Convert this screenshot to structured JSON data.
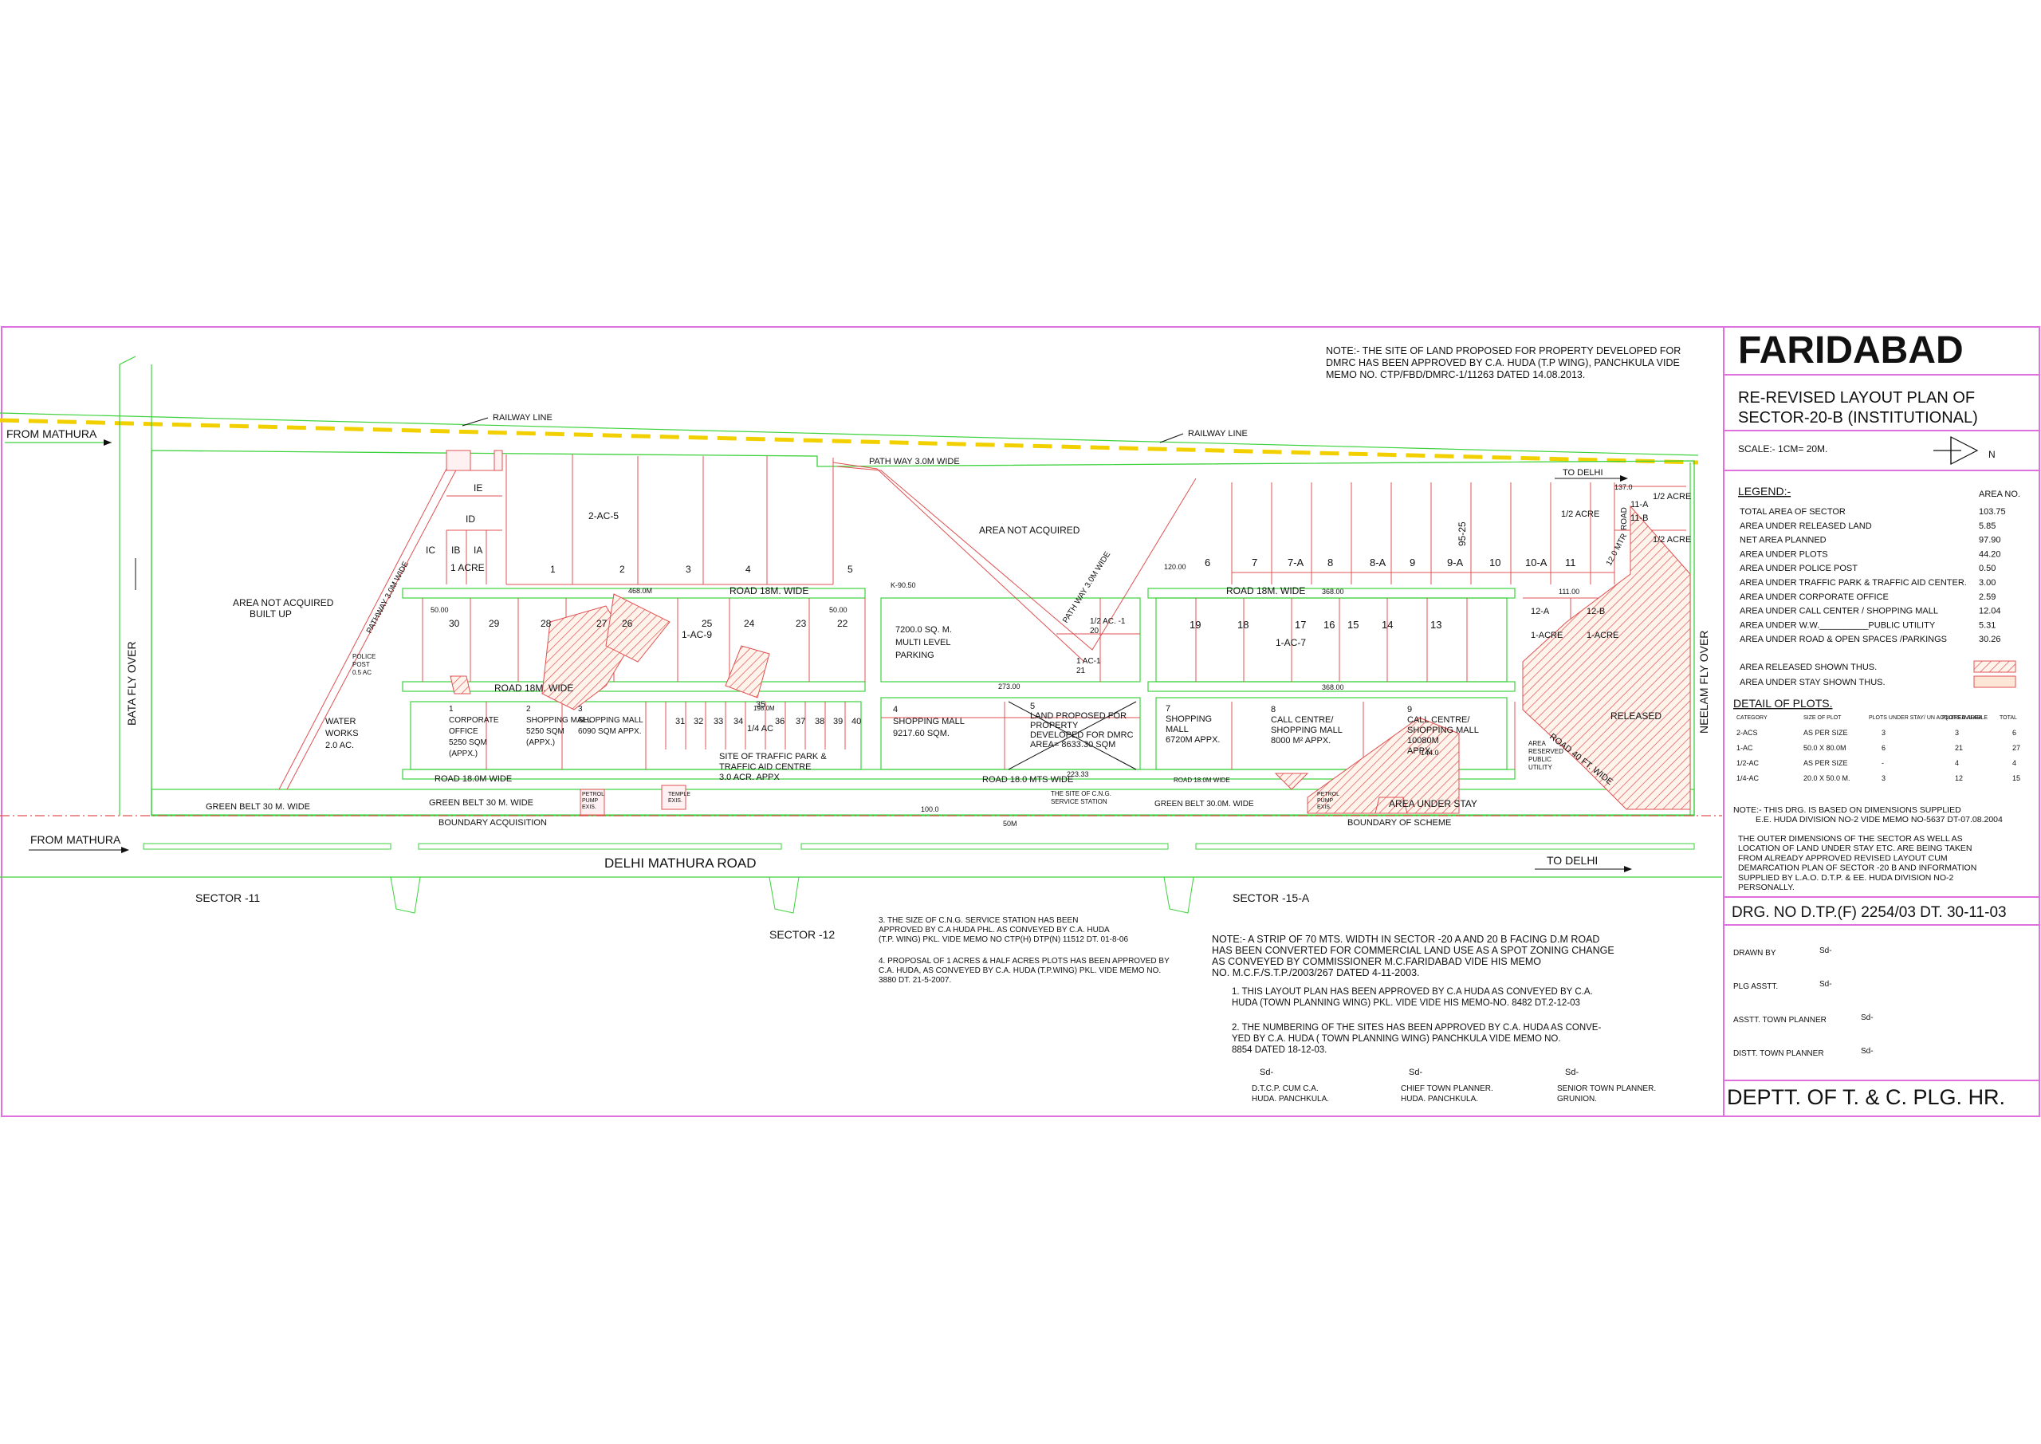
{
  "title_block": {
    "city": "FARIDABAD",
    "plan_title_1": "RE-REVISED LAYOUT PLAN OF",
    "plan_title_2": "SECTOR-20-B (INSTITUTIONAL)",
    "scale": "SCALE:- 1CM= 20M.",
    "north": "N",
    "legend_heading": "LEGEND:-",
    "legend_col": "AREA NO.",
    "legend": [
      {
        "label": "TOTAL AREA OF SECTOR",
        "value": "103.75"
      },
      {
        "label": "AREA UNDER RELEASED LAND",
        "value": "5.85"
      },
      {
        "label": "NET AREA PLANNED",
        "value": "97.90"
      },
      {
        "label": "AREA UNDER PLOTS",
        "value": "44.20"
      },
      {
        "label": "AREA UNDER POLICE POST",
        "value": "0.50"
      },
      {
        "label": "AREA UNDER TRAFFIC PARK & TRAFFIC AID CENTER.",
        "value": "3.00"
      },
      {
        "label": "AREA UNDER CORPORATE OFFICE",
        "value": "2.59"
      },
      {
        "label": "AREA UNDER CALL CENTER / SHOPPING MALL",
        "value": "12.04"
      },
      {
        "label": "AREA UNDER  W.W.__________PUBLIC UTILITY",
        "value": "5.31"
      },
      {
        "label": "AREA UNDER  ROAD  & OPEN SPACES /PARKINGS",
        "value": "30.26"
      }
    ],
    "released_shown": "AREA RELEASED SHOWN THUS.",
    "stay_shown": "AREA UNDER STAY  SHOWN THUS.",
    "detail_heading": "DETAIL OF PLOTS.",
    "detail_headers": [
      "CATEGORY",
      "SIZE OF PLOT",
      "PLOTS UNDER STAY/ UN ACQUIRED AREA",
      "PLOTS AVILABLE",
      "TOTAL"
    ],
    "detail_rows": [
      [
        "2-ACS",
        "AS PER SIZE",
        "3",
        "3",
        "6"
      ],
      [
        "1-AC",
        "50.0 X 80.0M",
        "6",
        "21",
        "27"
      ],
      [
        "1/2-AC",
        "AS PER SIZE",
        "-",
        "4",
        "4"
      ],
      [
        "1/4-AC",
        "20.0 X 50.0 M.",
        "3",
        "12",
        "15"
      ]
    ],
    "note_1a": "NOTE:-  THIS DRG. IS BASED ON DIMENSIONS SUPPLIED",
    "note_1b": "E.E. HUDA DIVISION NO-2 VIDE MEMO NO-5637 DT-07.08.2004",
    "note_2": [
      "THE OUTER DIMENSIONS OF THE SECTOR AS WELL AS",
      "LOCATION OF LAND UNDER STAY ETC. ARE BEING TAKEN",
      "FROM ALREADY APPROVED REVISED LAYOUT CUM",
      "DEMARCATION PLAN OF SECTOR -20 B AND INFORMATION",
      "SUPPLIED BY L.A.O. D.T.P. & EE. HUDA DIVISION NO-2",
      "PERSONALLY."
    ],
    "drg_no": "DRG. NO D.TP.(F) 2254/03 DT. 30-11-03",
    "sign_rows": [
      {
        "role": "DRAWN BY",
        "sig": "Sd-"
      },
      {
        "role": "PLG ASSTT.",
        "sig": "Sd-"
      },
      {
        "role": "ASSTT. TOWN PLANNER",
        "sig": "Sd-"
      },
      {
        "role": "DISTT. TOWN PLANNER",
        "sig": "Sd-"
      }
    ],
    "dept": "DEPTT. OF T. & C. PLG. HR."
  },
  "notes": {
    "top_note": [
      "NOTE:-  THE SITE OF LAND PROPOSED FOR PROPERTY DEVELOPED FOR",
      "DMRC HAS BEEN APPROVED BY C.A. HUDA (T.P WING), PANCHKULA VIDE",
      "MEMO NO. CTP/FBD/DMRC-1/11263 DATED 14.08.2013."
    ],
    "note_3": [
      "3.   THE SIZE OF C.N.G. SERVICE STATION HAS BEEN",
      "      APPROVED BY C.A HUDA PHL. AS CONVEYED BY C.A. HUDA",
      "      (T.P. WING) PKL. VIDE MEMO NO CTP(H) DTP(N) 11512 DT. 01-8-06"
    ],
    "note_4": [
      "4.   PROPOSAL OF 1 ACRES & HALF ACRES PLOTS HAS BEEN APPROVED BY",
      "      C.A. HUDA, AS CONVEYED BY C.A. HUDA (T.P.WING) PKL. VIDE MEMO NO.",
      "      3880 DT. 21-5-2007."
    ],
    "main_note": [
      "NOTE:-  A STRIP OF 70 MTS. WIDTH IN SECTOR -20 A AND 20 B FACING D.M ROAD",
      "HAS BEEN CONVERTED FOR COMMERCIAL LAND USE AS A SPOT ZONING CHANGE",
      "AS CONVEYED BY COMMISSIONER M.C.FARIDABAD VIDE HIS MEMO",
      "NO. M.C.F./S.T.P./2003/267 DATED 4-11-2003."
    ],
    "note_n1": [
      "1.    THIS LAYOUT PLAN HAS BEEN APPROVED BY C.A HUDA AS CONVEYED BY C.A.",
      "       HUDA (TOWN PLANNING WING) PKL. VIDE VIDE HIS MEMO-NO. 8482 DT.2-12-03"
    ],
    "note_n2": [
      "2.    THE NUMBERING OF THE SITES HAS BEEN  APPROVED BY C.A. HUDA AS CONVE-",
      "       YED BY C.A. HUDA ( TOWN PLANNING WING) PANCHKULA VIDE MEMO NO.",
      "       8854 DATED 18-12-03."
    ],
    "signatures": [
      {
        "sig": "Sd-",
        "line1": "D.T.C.P. CUM C.A.",
        "line2": "HUDA. PANCHKULA."
      },
      {
        "sig": "Sd-",
        "line1": "CHIEF TOWN PLANNER.",
        "line2": "HUDA. PANCHKULA."
      },
      {
        "sig": "Sd-",
        "line1": "SENIOR TOWN PLANNER.",
        "line2": "GRUNION."
      }
    ]
  },
  "map": {
    "from_mathura": "FROM MATHURA",
    "to_delhi": "TO DELHI",
    "railway": "RAILWAY LINE",
    "delhi_mathura_road": "DELHI MATHURA ROAD",
    "bata": "BATA FLY OVER",
    "neelam": "NEELAM FLY OVER",
    "sector_11": "SECTOR -11",
    "sector_12": "SECTOR -12",
    "sector_15a": "SECTOR -15-A",
    "area_not_acquired": "AREA NOT ACQUIRED",
    "area_not_acquired_built": "AREA NOT ACQUIRED",
    "built_up": "BUILT UP",
    "path_way_top": "PATH WAY 3.0M WIDE",
    "pathway_diag": "PATHWAY 3.0M WIDE",
    "path_way_diag2": "PATH WAY 3.0M WIDE",
    "road_18_1": "ROAD 18M. WIDE",
    "road_18_2": "ROAD 18M. WIDE",
    "road_18_3": "ROAD 18M. WIDE",
    "road_18m_wide": "ROAD 18.0M WIDE",
    "road_18_mts": "ROAD 18.0 MTS WIDE",
    "road_18_small": "ROAD 18.0M WIDE",
    "green_belt_1": "GREEN BELT 30 M. WIDE",
    "green_belt_2": "GREEN BELT 30 M. WIDE",
    "green_belt_3": "GREEN BELT 30.0M. WIDE",
    "boundary_acq": "BOUNDARY ACQUISITION",
    "boundary_scheme": "BOUNDARY OF SCHEME",
    "area_under_stay": "AREA UNDER STAY",
    "released": "RELEASED",
    "road_40ft": "ROAD 40 FT. WIDE",
    "road_12mtr": "12.0 MTR",
    "road_label": "ROAD",
    "plots_top": [
      "1",
      "2",
      "3",
      "4",
      "5"
    ],
    "ac_2": "2-AC-5",
    "ie": "IE",
    "id": "ID",
    "ic": "IC",
    "ib": "IB",
    "ia": "IA",
    "acre_1": "1 ACRE",
    "row2_left": [
      "30",
      "29",
      "28",
      "27",
      "26",
      "25",
      "24",
      "23",
      "22"
    ],
    "ac9": "1-AC-9",
    "police": [
      "POLICE",
      "POST",
      "0.5 AC"
    ],
    "water_works": [
      "WATER",
      "WORKS",
      "2.0 AC."
    ],
    "p1": [
      "1",
      "CORPORATE",
      "OFFICE",
      "5250 SQM",
      "(APPX.)"
    ],
    "p2": [
      "2",
      "SHOPPING MALL",
      "5250 SQM",
      "(APPX.)"
    ],
    "p3": [
      "3",
      "SHOPPING MALL",
      "6090 SQM APPX."
    ],
    "small_plots": [
      "31",
      "32",
      "33",
      "34",
      "35",
      "36",
      "37",
      "38",
      "39",
      "40"
    ],
    "quarter_ac": "1/4 AC",
    "traffic": [
      "SITE OF TRAFFIC PARK &",
      "TRAFFIC AID CENTRE",
      "3.0 ACR. APPX"
    ],
    "parking": [
      "7200.0 SQ. M.",
      "MULTI LEVEL",
      "PARKING"
    ],
    "p4": [
      "4",
      "SHOPPING MALL",
      "9217.60 SQM."
    ],
    "p5": [
      "5",
      "LAND PROPOSED FOR",
      "PROPERTY",
      "DEVELOPED FOR DMRC",
      "AREA= 8633.30 SQM"
    ],
    "cng": [
      "THE SITE OF C.N.G.",
      "SERVICE STATION"
    ],
    "half_ac": [
      "1/2 AC. -1",
      "20"
    ],
    "ac1": [
      "1 AC-1",
      "21"
    ],
    "p7": [
      "7",
      "SHOPPING",
      "MALL",
      "6720M APPX."
    ],
    "p8": [
      "8",
      "CALL CENTRE/",
      "SHOPPING MALL",
      "8000 M² APPX."
    ],
    "p9": [
      "9",
      "CALL CENTRE/",
      "SHOPPING MALL",
      "10080M",
      "APPX."
    ],
    "area_reserved": [
      "AREA",
      "RESERVED",
      "PUBLIC",
      "UTILITY"
    ],
    "row_right_top": [
      "6",
      "7",
      "7-A",
      "8",
      "8-A",
      "9",
      "9-A",
      "10",
      "10-A",
      "11"
    ],
    "plot_95_25": "95-25",
    "half_acre_right": "1/2 ACRE",
    "half_acre_r1": "1/2 ACRE",
    "half_acre_r2": "1/2 ACRE",
    "p11a": "11-A",
    "p11b": "11-B",
    "row_right_mid": [
      "19",
      "18",
      "17",
      "16",
      "15",
      "14",
      "13"
    ],
    "ac7": "1-AC-7",
    "p12a": [
      "12-A",
      "1-ACRE"
    ],
    "p12b": [
      "12-B",
      "1-ACRE"
    ],
    "petrol": [
      "PETROL",
      "PUMP",
      "EXIS."
    ],
    "temple": [
      "TEMPLE",
      "EXIS."
    ],
    "dims": {
      "d468": "468.0M",
      "d50a": "50.00",
      "d50b": "50.00",
      "k9050": "K-90.50",
      "d273": "273.00",
      "d368a": "368.00",
      "d368b": "368.00",
      "d120": "120.00",
      "d111": "111.00",
      "d137": "137.0",
      "d144": "144.0",
      "d100": "100.0",
      "d50m": "50M",
      "d223": "223.33",
      "d198": "198.0M"
    }
  }
}
